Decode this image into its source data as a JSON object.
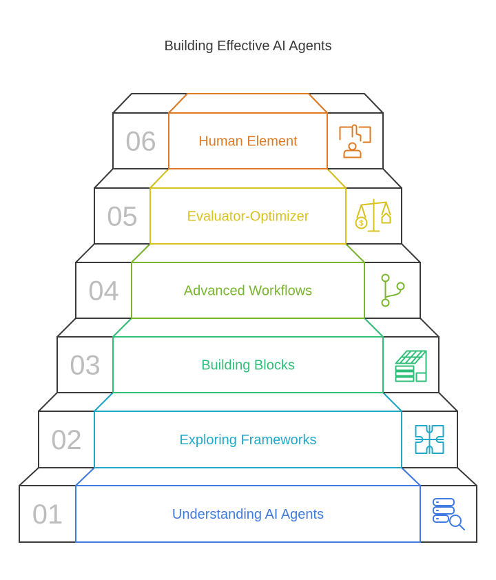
{
  "title": "Building Effective AI Agents",
  "steps": [
    {
      "number": "01",
      "label": "Understanding AI Agents",
      "icon": "database-search-icon",
      "color": "#3f7be0"
    },
    {
      "number": "02",
      "label": "Exploring Frameworks",
      "icon": "puzzle-icon",
      "color": "#22a8c8"
    },
    {
      "number": "03",
      "label": "Building Blocks",
      "icon": "construction-blocks-icon",
      "color": "#2fbf78"
    },
    {
      "number": "04",
      "label": "Advanced Workflows",
      "icon": "branch-icon",
      "color": "#79b52e"
    },
    {
      "number": "05",
      "label": "Evaluator-Optimizer",
      "icon": "balance-scale-icon",
      "color": "#d8c21d"
    },
    {
      "number": "06",
      "label": "Human Element",
      "icon": "touch-screen-user-icon",
      "color": "#df7a22"
    }
  ]
}
